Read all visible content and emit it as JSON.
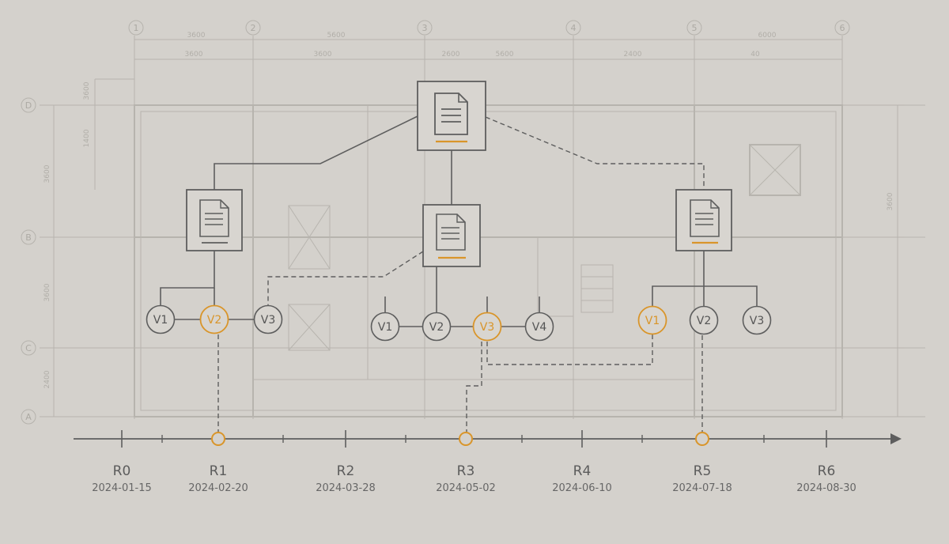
{
  "colors": {
    "background": "#d4d1cc",
    "line": "#5e5e5e",
    "accent": "#d9952a",
    "blueprint": "#a9a6a0"
  },
  "blueprint": {
    "columns": [
      "1",
      "2",
      "3",
      "4",
      "5",
      "6"
    ],
    "rows": [
      "D",
      "B",
      "C",
      "A"
    ],
    "dimensions_top": [
      "3600",
      "5600",
      "6000"
    ],
    "dimensions_second": [
      "3600",
      "3600",
      "2600",
      "5600",
      "2400",
      "40"
    ],
    "dimensions_left": [
      "3600",
      "1400",
      "3600",
      "3600",
      "2400"
    ],
    "dimensions_right": [
      "3600"
    ]
  },
  "documents": [
    {
      "name": "root",
      "icon": "document-icon"
    },
    {
      "name": "left",
      "icon": "document-icon"
    },
    {
      "name": "center",
      "icon": "document-icon"
    },
    {
      "name": "right",
      "icon": "document-icon"
    }
  ],
  "version_groups": [
    {
      "doc": "left",
      "versions": [
        {
          "label": "V1",
          "highlight": false
        },
        {
          "label": "V2",
          "highlight": true
        },
        {
          "label": "V3",
          "highlight": false
        }
      ]
    },
    {
      "doc": "center",
      "versions": [
        {
          "label": "V1",
          "highlight": false
        },
        {
          "label": "V2",
          "highlight": false
        },
        {
          "label": "V3",
          "highlight": true
        },
        {
          "label": "V4",
          "highlight": false
        }
      ]
    },
    {
      "doc": "right",
      "versions": [
        {
          "label": "V1",
          "highlight": true
        },
        {
          "label": "V2",
          "highlight": false
        },
        {
          "label": "V3",
          "highlight": false
        }
      ]
    }
  ],
  "timeline": {
    "releases": [
      {
        "label": "R0",
        "date": "2024-01-15",
        "marked": false
      },
      {
        "label": "R1",
        "date": "2024-02-20",
        "marked": true
      },
      {
        "label": "R2",
        "date": "2024-03-28",
        "marked": false
      },
      {
        "label": "R3",
        "date": "2024-05-02",
        "marked": true
      },
      {
        "label": "R4",
        "date": "2024-06-10",
        "marked": false
      },
      {
        "label": "R5",
        "date": "2024-07-18",
        "marked": true
      },
      {
        "label": "R6",
        "date": "2024-08-30",
        "marked": false
      }
    ]
  }
}
